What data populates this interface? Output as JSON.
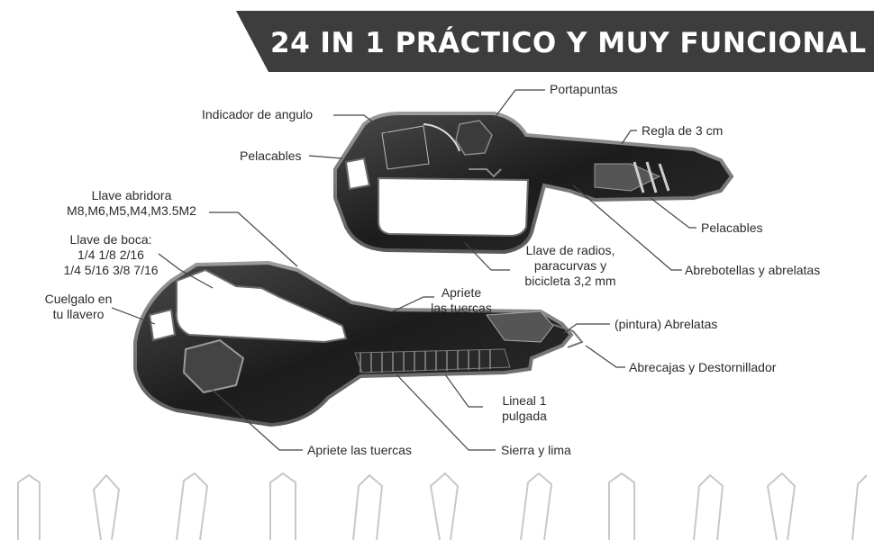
{
  "banner": {
    "title": "24 IN 1 PRÁCTICO Y MUY FUNCIONAL",
    "color": "#3d3d3d"
  },
  "labels": {
    "portapuntas": "Portapuntas",
    "indicador": "Indicador de angulo",
    "regla": "Regla de 3 cm",
    "pelacables_top": "Pelacables",
    "pelacables_right": "Pelacables",
    "llave_abridora_1": "Llave abridora",
    "llave_abridora_2": "M8,M6,M5,M4,M3.5M2",
    "llave_boca_1": "Llave de boca:",
    "llave_boca_2": "1/4 1/8 2/16",
    "llave_boca_3": "1/4 5/16 3/8 7/16",
    "radios_1": "Llave de radios,",
    "radios_2": "paracurvas y",
    "radios_3": "bicicleta 3,2 mm",
    "abrebotellas": "Abrebotellas y abrelatas",
    "cuelgalo_1": "Cuelgalo en",
    "cuelgalo_2": "tu llavero",
    "apriete_top_1": "Apriete",
    "apriete_top_2": "las tuercas",
    "pintura": "(pintura) Abrelatas",
    "abrecajas": "Abrecajas y Destornillador",
    "lineal_1": "Lineal 1",
    "lineal_2": "pulgada",
    "apriete_bottom": "Apriete las tuercas",
    "sierra": "Sierra y lima"
  }
}
